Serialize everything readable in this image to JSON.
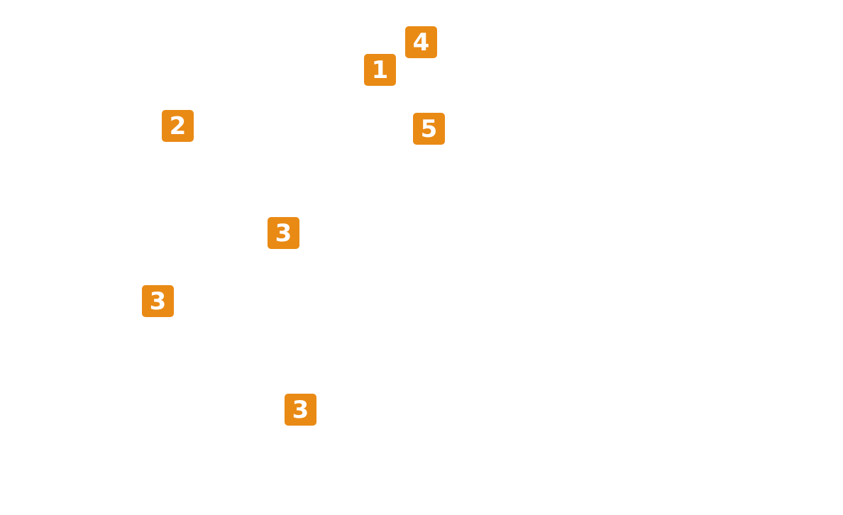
{
  "colors": {
    "badge": "#E98A15",
    "text": "#FFFFFF",
    "background": "#FFFFFF"
  },
  "badges": [
    {
      "label": "4"
    },
    {
      "label": "1"
    },
    {
      "label": "2"
    },
    {
      "label": "5"
    },
    {
      "label": "3"
    },
    {
      "label": "3"
    },
    {
      "label": "3"
    }
  ]
}
